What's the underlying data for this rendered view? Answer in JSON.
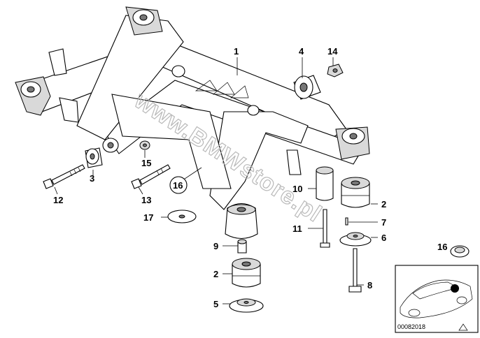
{
  "diagram": {
    "watermark": "www.BMWstore.pl",
    "diagram_number": "00082018",
    "callouts": [
      {
        "id": "c1",
        "text": "1"
      },
      {
        "id": "c2a",
        "text": "2"
      },
      {
        "id": "c2b",
        "text": "2"
      },
      {
        "id": "c3",
        "text": "3"
      },
      {
        "id": "c4",
        "text": "4"
      },
      {
        "id": "c5",
        "text": "5"
      },
      {
        "id": "c6",
        "text": "6"
      },
      {
        "id": "c7",
        "text": "7"
      },
      {
        "id": "c8",
        "text": "8"
      },
      {
        "id": "c9",
        "text": "9"
      },
      {
        "id": "c10",
        "text": "10"
      },
      {
        "id": "c11",
        "text": "11"
      },
      {
        "id": "c12",
        "text": "12"
      },
      {
        "id": "c13",
        "text": "13"
      },
      {
        "id": "c14",
        "text": "14"
      },
      {
        "id": "c15",
        "text": "15"
      },
      {
        "id": "c16a",
        "text": "16"
      },
      {
        "id": "c16b",
        "text": "16"
      },
      {
        "id": "c17",
        "text": "17"
      }
    ]
  }
}
